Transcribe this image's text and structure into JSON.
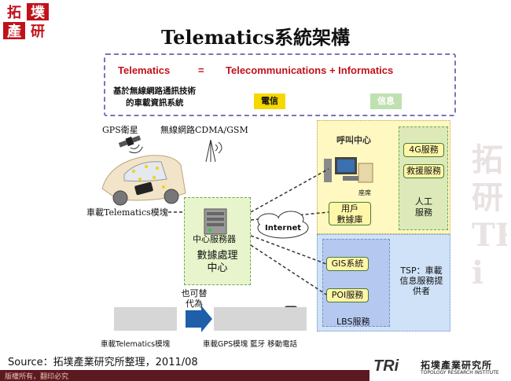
{
  "logo": {
    "chars": [
      "拓",
      "墣",
      "產",
      "研"
    ]
  },
  "title": "Telematics系統架構",
  "equation": {
    "lhs": "Telematics",
    "eq": "=",
    "rhs": "Telecommunications + Informatics"
  },
  "tech_desc": [
    "基於無線網路通訊技術",
    "的車載資訊系統"
  ],
  "telecom_label": "電信",
  "info_label": "信息",
  "gps_satellite": "GPS衛星",
  "wireless_network": "無線網路CDMA/GSM",
  "vehicle_module": "車載Telematics模塊",
  "central_server": "中心服務器",
  "data_center": [
    "數據處理",
    "中心"
  ],
  "internet": "Internet",
  "call_center": "呼叫中心",
  "seat": "座席",
  "user_db": [
    "用戶",
    "數據庫"
  ],
  "services_4g": "4G服務",
  "rescue": "救援服務",
  "manual_service": [
    "人工",
    "服務"
  ],
  "gis": "GIS系統",
  "poi": "POI服務",
  "lbs": "LBS服務",
  "tsp": [
    "TSP：車載",
    "信息服務提",
    "供者"
  ],
  "replace_label": [
    "也可替",
    "代為"
  ],
  "bottom_left_label": "車載Telematics模塊",
  "bottom_right_label": "車載GPS模塊 藍牙 移動電話",
  "source": "Source：拓墣產業研究所整理，2011/08",
  "copyright": "版權所有，翻印必究",
  "tri_brand": "拓墣產業研究所",
  "tri_sub": "TOPOLOGY RESEARCH INSTITUTE",
  "tri_mark": "TRi"
}
